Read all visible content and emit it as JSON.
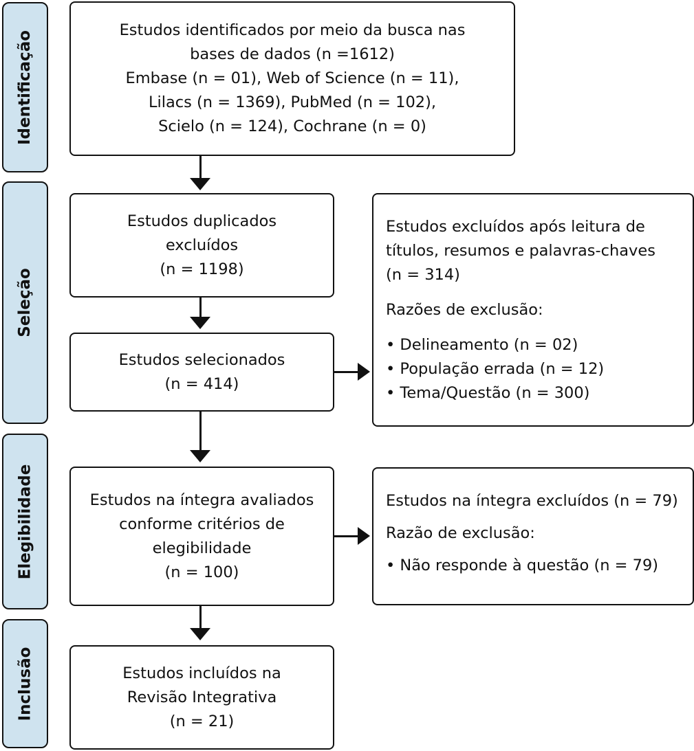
{
  "phases": {
    "identificacao": "Identificação",
    "selecao": "Seleção",
    "elegibilidade": "Elegibilidade",
    "inclusao": "Inclusão"
  },
  "boxes": {
    "identified": [
      "Estudos identificados por meio da busca nas",
      "bases de dados (n =1612)",
      "Embase (n = 01), Web of Science (n = 11),",
      "Lilacs (n = 1369), PubMed (n = 102),",
      "Scielo (n = 124), Cochrane (n = 0)"
    ],
    "duplicates": [
      "Estudos duplicados",
      "excluídos",
      "(n = 1198)"
    ],
    "selected": [
      "Estudos selecionados",
      "(n = 414)"
    ],
    "excluded_titles": {
      "lines": [
        "Estudos excluídos após leitura de",
        "títulos, resumos e palavras-chaves",
        "(n = 314)"
      ],
      "reasons_title": "Razões de exclusão:",
      "reasons": [
        "• Delineamento (n = 02)",
        "• População errada (n = 12)",
        "• Tema/Questão (n = 300)"
      ]
    },
    "fulltext": [
      "Estudos na íntegra avaliados",
      "conforme critérios de",
      "elegibilidade",
      "(n = 100)"
    ],
    "excluded_fulltext": {
      "line": "Estudos na íntegra excluídos (n = 79)",
      "reason_title": "Razão de exclusão:",
      "reasons": [
        "• Não responde à questão (n = 79)"
      ]
    },
    "included": [
      "Estudos incluídos na",
      "Revisão Integrativa",
      "(n = 21)"
    ]
  },
  "colors": {
    "phase_fill": "#cfe3ef",
    "border": "#111111"
  }
}
